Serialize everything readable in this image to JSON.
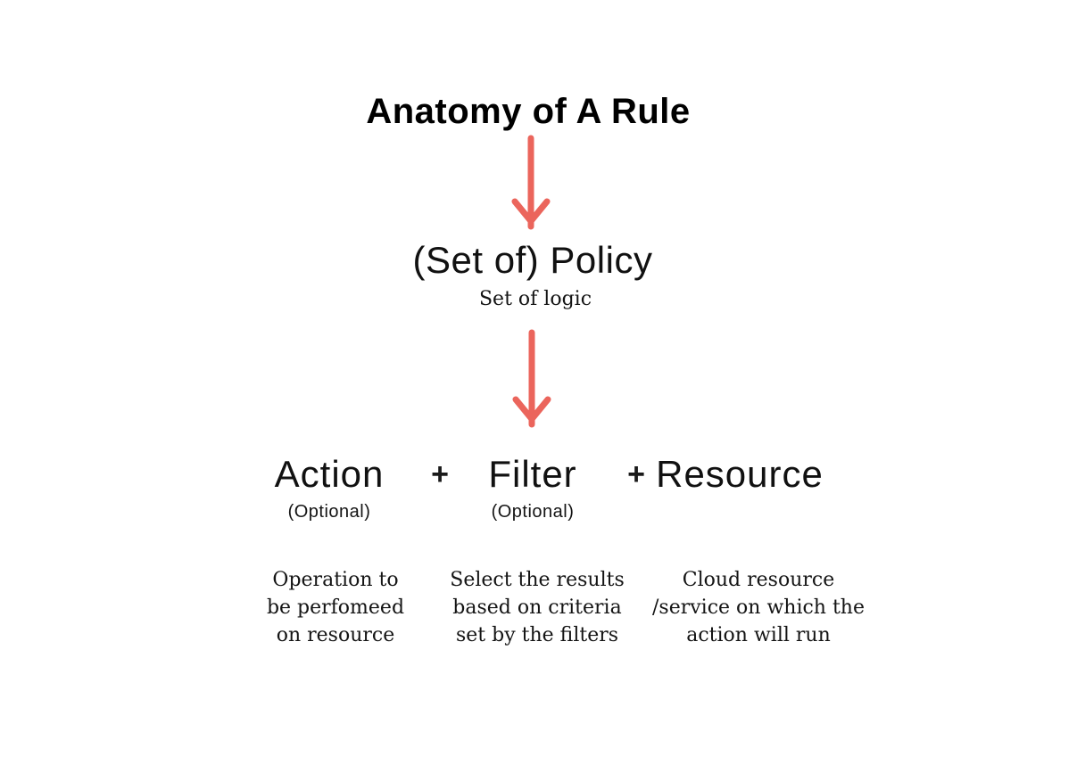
{
  "diagram": {
    "title": "Anatomy of A Rule",
    "policy": {
      "label": "(Set of) Policy",
      "subtitle": "Set of logic"
    },
    "plus": "+",
    "columns": [
      {
        "label": "Action",
        "note": "(Optional)",
        "description": "Operation to\nbe perfomeed\non resource"
      },
      {
        "label": "Filter",
        "note": "(Optional)",
        "description": "Select the results\nbased on criteria\nset by the filters"
      },
      {
        "label": "Resource",
        "note": "",
        "description": "Cloud resource\n/service on which the\naction will run"
      }
    ],
    "icons": {
      "down_arrow": "↓"
    },
    "colors": {
      "arrow": "#eb655c",
      "title_text": "#000000",
      "body_text": "#141414",
      "background": "#ffffff"
    }
  }
}
